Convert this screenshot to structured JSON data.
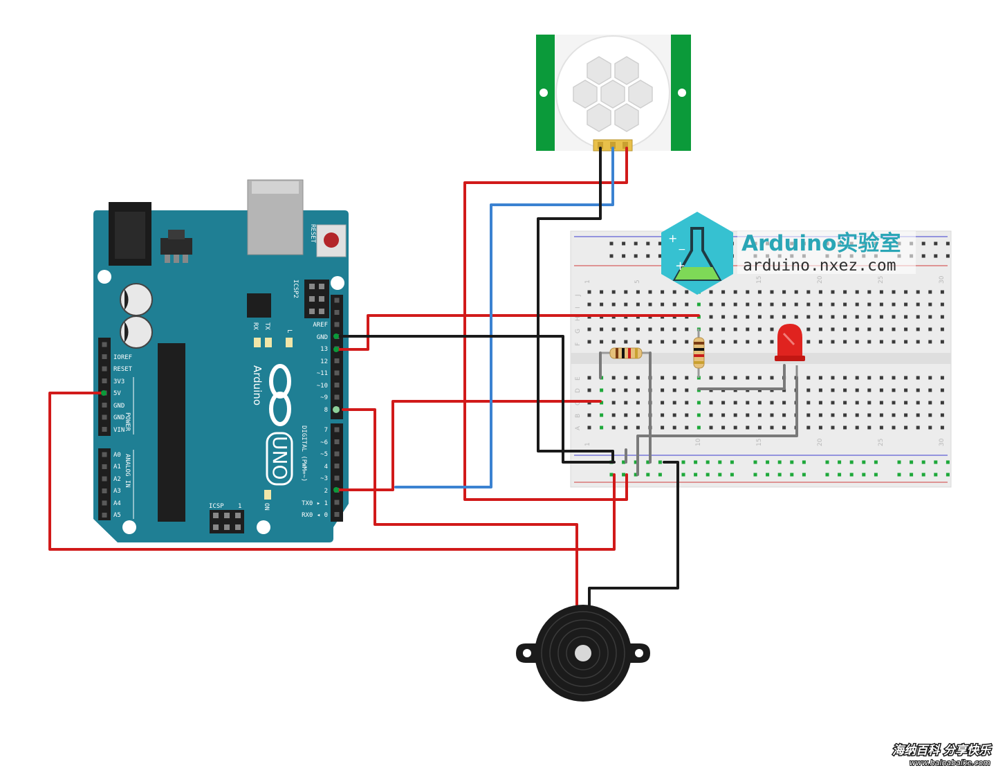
{
  "arduino": {
    "reset": "RESET",
    "icsp2": "ICSP2",
    "tx": "TX",
    "rx": "RX",
    "l": "L",
    "brand": "Arduino",
    "uno": "UNO",
    "icsp": "ICSP",
    "icsp_one": "1",
    "on": "ON",
    "power": "POWER",
    "analog_in": "ANALOG IN",
    "digital": "DIGITAL (PWM=~)",
    "power_pins": [
      "IOREF",
      "RESET",
      "3V3",
      "5V",
      "GND",
      "GND",
      "VIN"
    ],
    "analog_pins": [
      "A0",
      "A1",
      "A2",
      "A3",
      "A4",
      "A5"
    ],
    "digital_upper": [
      "AREF",
      "GND",
      "13",
      "12",
      "~11",
      "~10",
      "~9",
      "8"
    ],
    "digital_lower": [
      "7",
      "~6",
      "~5",
      "4",
      "~3",
      "2",
      "TX0 ▸ 1",
      "RX0 ◂ 0"
    ]
  },
  "breadboard": {
    "col_numbers": [
      "1",
      "5",
      "10",
      "15",
      "20",
      "25",
      "30"
    ],
    "row_letters_top": [
      "J",
      "I",
      "H",
      "G",
      "F"
    ],
    "row_letters_bottom": [
      "E",
      "D",
      "C",
      "B",
      "A"
    ]
  },
  "logo": {
    "name": "Arduino实验室",
    "url": "arduino.nxez.com"
  },
  "watermark": {
    "cn": "海纳百科 分享快乐",
    "url": "www.hainabaike.com"
  },
  "colors": {
    "arduino_board": "#1f7f94",
    "wire_red": "#d11a1a",
    "wire_black": "#1a1a1a",
    "wire_blue": "#3b82d1",
    "wire_gray": "#7a7a7a",
    "pir_pcb": "#0b9a3a",
    "led": "#e0231f",
    "logo_teal": "#2aa6b6"
  }
}
